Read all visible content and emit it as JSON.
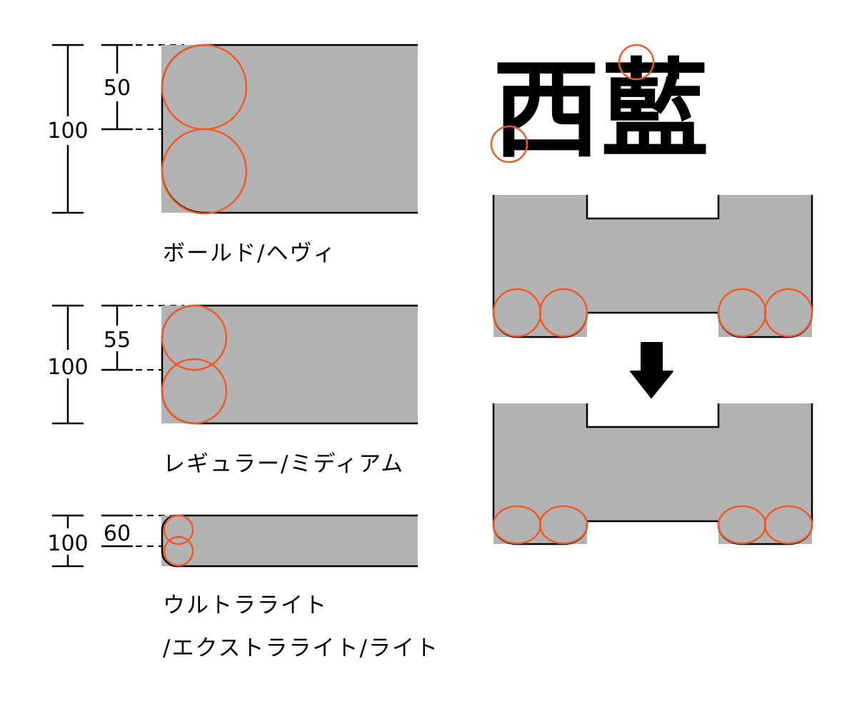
{
  "colors": {
    "fill": "#b3b3b3",
    "outline": "#000000",
    "circle": "#f15a24"
  },
  "weights": [
    {
      "total": "100",
      "part": "50",
      "label": "ボールド/ヘヴィ"
    },
    {
      "total": "100",
      "part": "55",
      "label": "レギュラー/ミディアム"
    },
    {
      "total": "100",
      "part": "60",
      "label_line1": "ウルトラライト",
      "label_line2": "/エクストラライト/ライト"
    }
  ],
  "sample_glyphs": {
    "first": "西",
    "second": "藍"
  },
  "arrow": {
    "icon": "down-arrow-icon"
  }
}
